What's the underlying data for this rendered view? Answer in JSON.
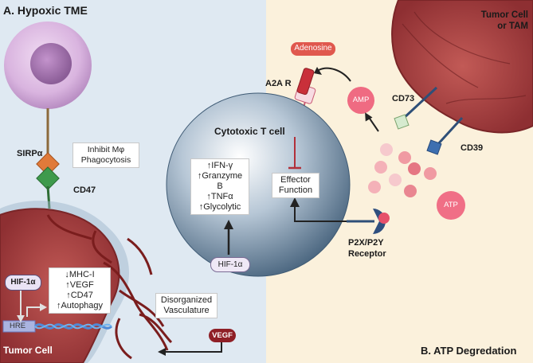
{
  "panels": {
    "a_title": "A. Hypoxic TME",
    "b_title": "B. ATP Degredation"
  },
  "labels": {
    "sirpa": "SIRPα",
    "cd47": "CD47",
    "tumor_cell": "Tumor Cell",
    "tumor_or_tam": [
      "Tumor Cell",
      "or TAM"
    ],
    "a2a": "A2A R",
    "cd73": "CD73",
    "cd39": "CD39",
    "p2x": [
      "P2X/P2Y",
      "Receptor"
    ],
    "t_cell": "Cytotoxic T cell",
    "hre": "HRE"
  },
  "boxes": {
    "inhibit": [
      "Inhibit Mφ",
      "Phagocytosis"
    ],
    "tcell_effects": [
      "↑IFN-γ",
      "↑Granzyme",
      "B",
      "↑TNFα",
      "↑Glycolytic"
    ],
    "effector": [
      "Effector",
      "Function"
    ],
    "tumor_effects": [
      "↓MHC-I",
      "↑VEGF",
      "↑CD47",
      "↑Autophagy"
    ],
    "vasculature": [
      "Disorganized",
      "Vasculature"
    ]
  },
  "pills": {
    "adenosine": "Adenosine",
    "amp": "AMP",
    "atp": "ATP",
    "hif_tcell": "HIF-1α",
    "hif_tumor": "HIF-1α",
    "vegf": "VEGF"
  },
  "colors": {
    "left_bg": "#dfe9f2",
    "right_bg": "#fbf1dc",
    "tumor": "#a63a3a",
    "pink": "#e8607a",
    "adenosine_pill": "#e0584e",
    "tcell": "#7f98ad",
    "p2x": "#2f4f7f"
  }
}
